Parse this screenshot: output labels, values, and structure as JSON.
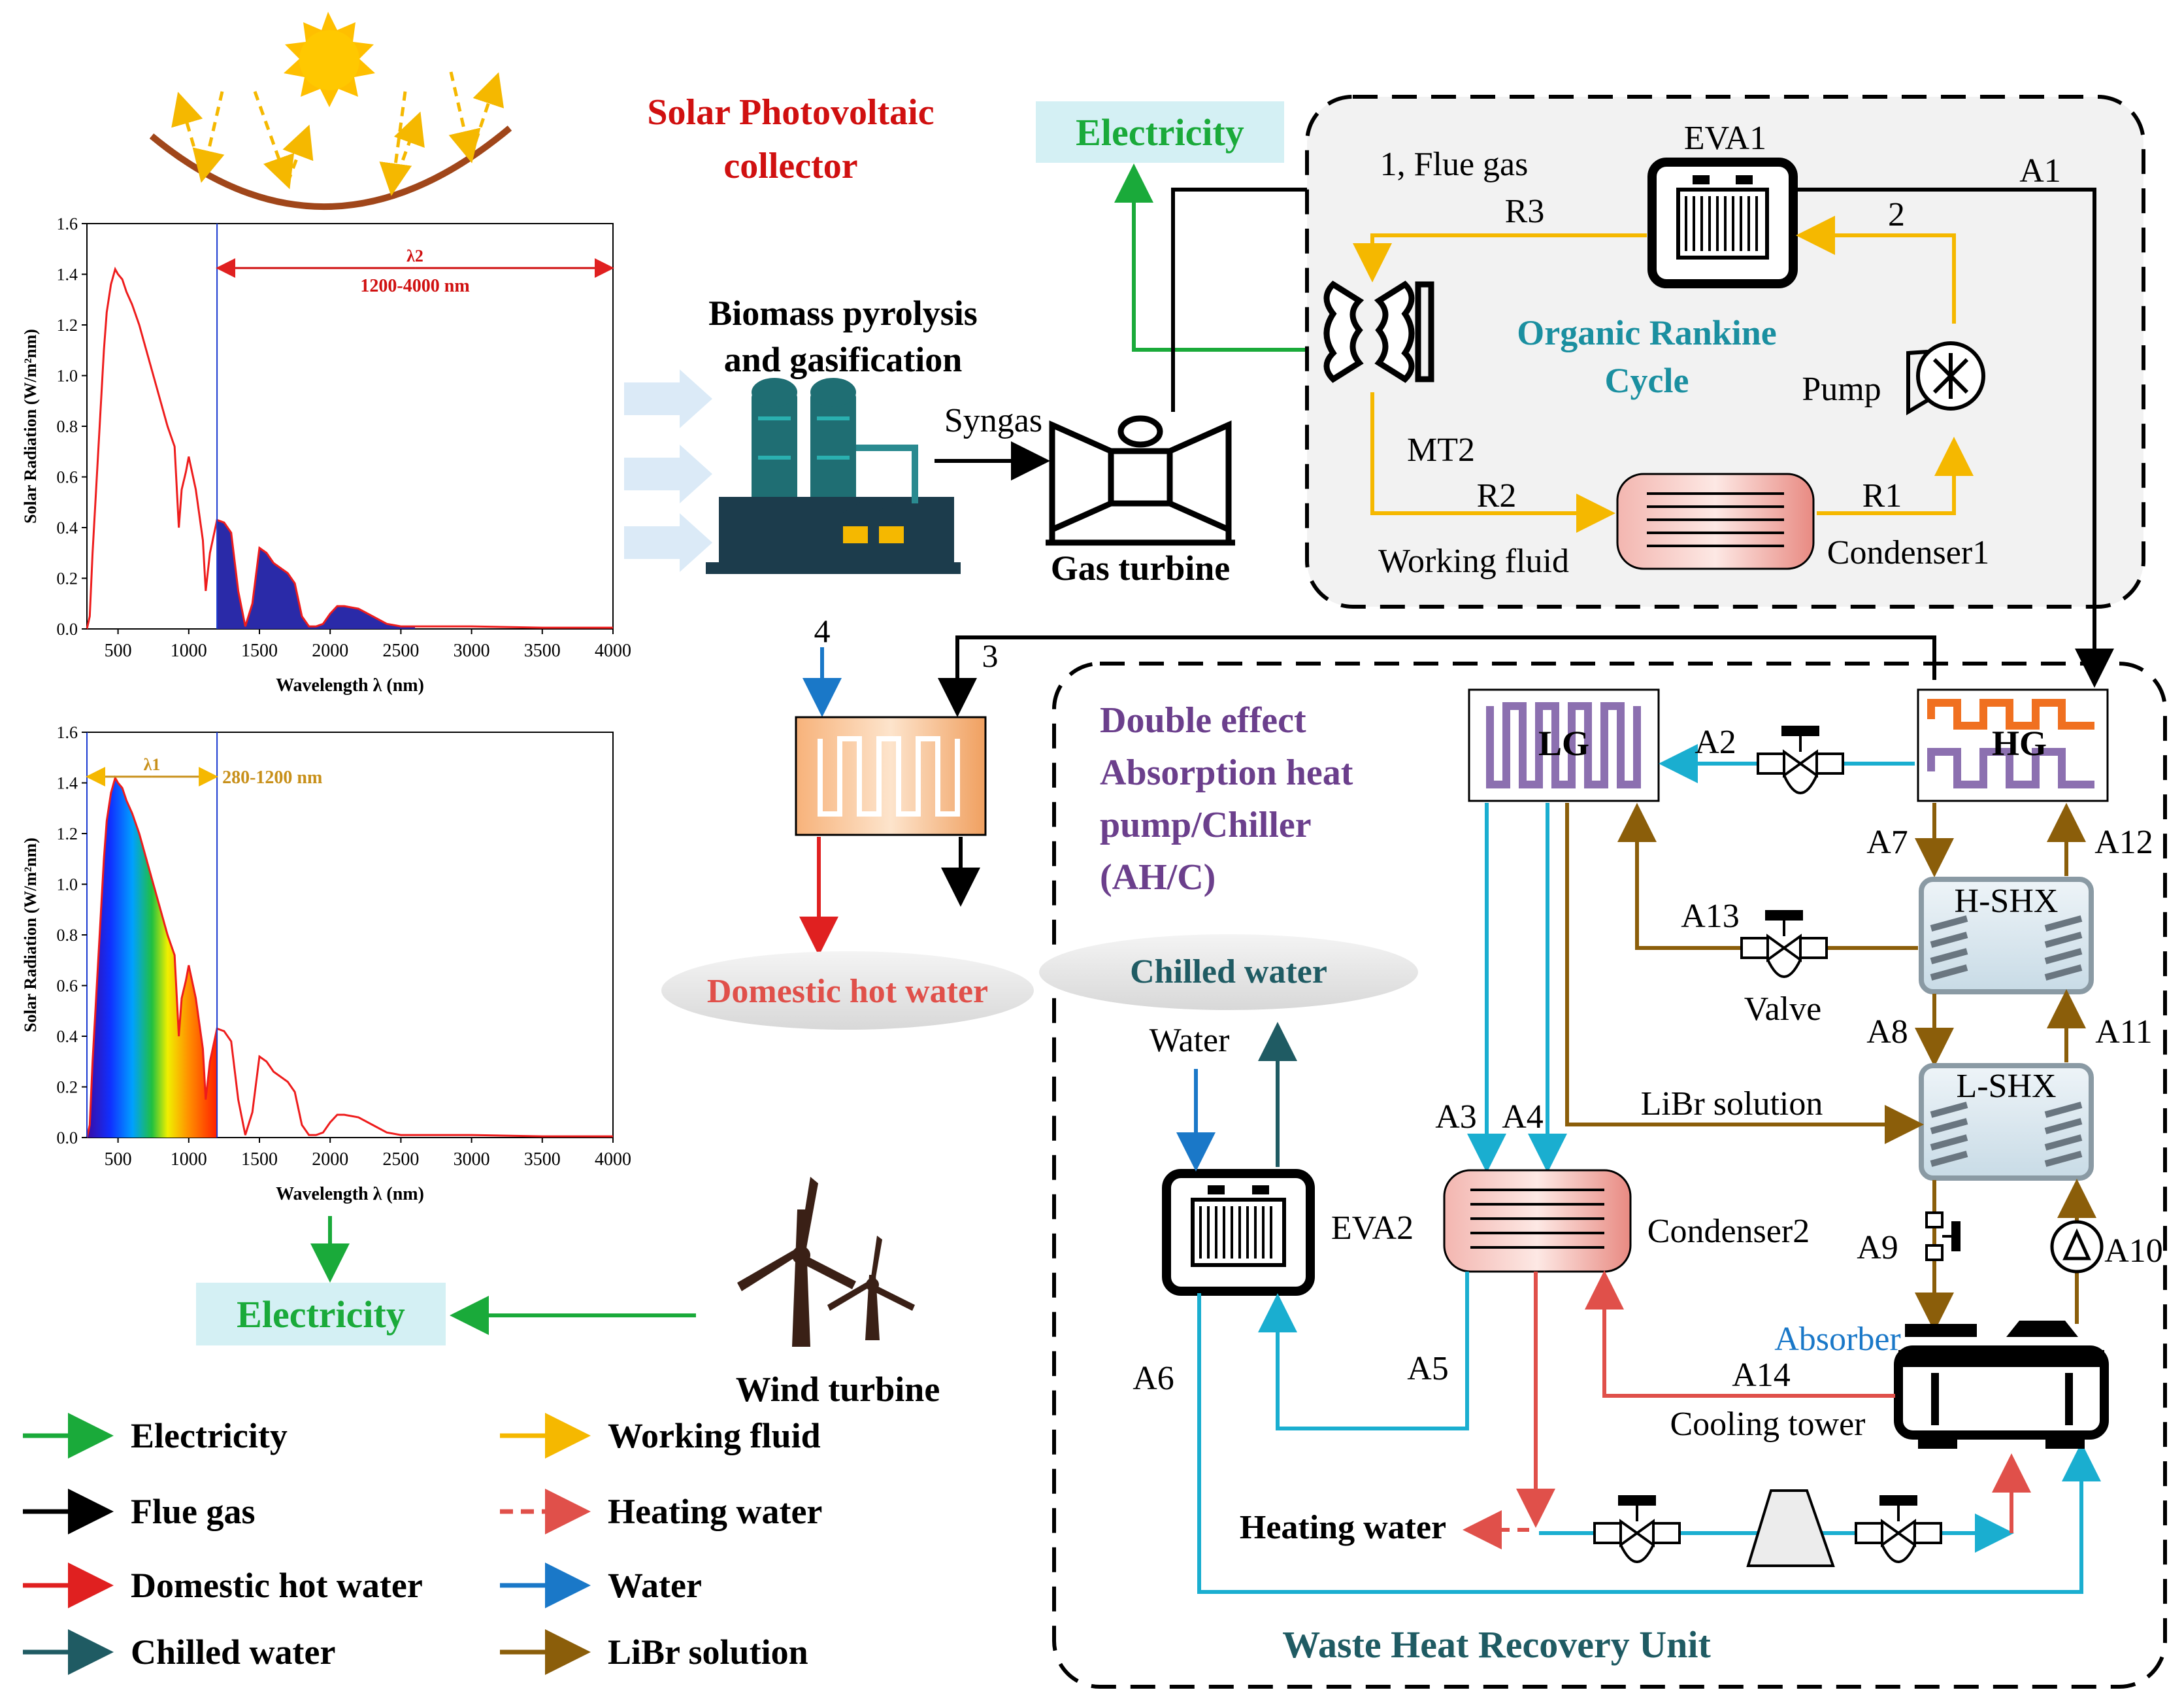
{
  "colors": {
    "electricity": "#1aaa3a",
    "flue_gas": "#000000",
    "domestic_hot_water": "#e02020",
    "chilled_water": "#1f5b63",
    "working_fluid": "#f5b800",
    "heating_water": "#e0504a",
    "water": "#1a78c8",
    "libr": "#8b5e0a",
    "cyan_line": "#1aaed0",
    "orc_label": "#1a8fa0",
    "absorption_label": "#6b3f8c",
    "solar_label": "#d01010",
    "electricity_box": "#d4f0f4",
    "section_box": "#f2f2f2"
  },
  "solar": {
    "title_line1": "Solar Photovoltaic",
    "title_line2": "collector"
  },
  "chart_data": [
    {
      "type": "area",
      "ylabel": "Solar Radiation (W/m²nm)",
      "xlabel": "Wavelength λ (nm)",
      "xlim": [
        280,
        4000
      ],
      "ylim": [
        0,
        1.6
      ],
      "xticks": [
        "500",
        "1000",
        "1500",
        "2000",
        "2500",
        "3000",
        "3500",
        "4000"
      ],
      "yticks": [
        "0.0",
        "0.2",
        "0.4",
        "0.6",
        "0.8",
        "1.0",
        "1.2",
        "1.4",
        "1.6"
      ],
      "band_label": "λ2",
      "band_range": "1200-4000 nm",
      "band": [
        1200,
        4000
      ],
      "fill": "blue",
      "series": [
        {
          "x": [
            280,
            300,
            320,
            350,
            380,
            400,
            420,
            450,
            480,
            500,
            530,
            560,
            600,
            650,
            700,
            750,
            800,
            850,
            900,
            930,
            950,
            980,
            1000,
            1050,
            1100,
            1120,
            1150,
            1200,
            1250,
            1300,
            1350,
            1400,
            1450,
            1500,
            1550,
            1600,
            1650,
            1700,
            1750,
            1800,
            1850,
            1900,
            1950,
            2000,
            2050,
            2100,
            2200,
            2300,
            2400,
            2500,
            2600,
            3000,
            3500,
            4000
          ],
          "y": [
            0,
            0.05,
            0.3,
            0.6,
            0.9,
            1.1,
            1.25,
            1.36,
            1.42,
            1.4,
            1.38,
            1.33,
            1.28,
            1.2,
            1.1,
            1.0,
            0.9,
            0.8,
            0.72,
            0.4,
            0.55,
            0.62,
            0.68,
            0.55,
            0.35,
            0.15,
            0.3,
            0.43,
            0.42,
            0.38,
            0.15,
            0.01,
            0.1,
            0.32,
            0.3,
            0.26,
            0.24,
            0.22,
            0.18,
            0.05,
            0.01,
            0.01,
            0.02,
            0.06,
            0.09,
            0.09,
            0.08,
            0.05,
            0.02,
            0.01,
            0.01,
            0.01,
            0.005,
            0.005
          ]
        }
      ]
    },
    {
      "type": "area",
      "ylabel": "Solar Radiation (W/m²nm)",
      "xlabel": "Wavelength λ (nm)",
      "xlim": [
        280,
        4000
      ],
      "ylim": [
        0,
        1.6
      ],
      "xticks": [
        "500",
        "1000",
        "1500",
        "2000",
        "2500",
        "3000",
        "3500",
        "4000"
      ],
      "yticks": [
        "0.0",
        "0.2",
        "0.4",
        "0.6",
        "0.8",
        "1.0",
        "1.2",
        "1.4",
        "1.6"
      ],
      "band_label": "λ1",
      "band_range": "280-1200 nm",
      "band": [
        280,
        1200
      ],
      "fill": "spectrum",
      "series": [
        {
          "x": [
            280,
            300,
            320,
            350,
            380,
            400,
            420,
            450,
            480,
            500,
            530,
            560,
            600,
            650,
            700,
            750,
            800,
            850,
            900,
            930,
            950,
            980,
            1000,
            1050,
            1100,
            1120,
            1150,
            1200,
            1250,
            1300,
            1350,
            1400,
            1450,
            1500,
            1550,
            1600,
            1650,
            1700,
            1750,
            1800,
            1850,
            1900,
            1950,
            2000,
            2050,
            2100,
            2200,
            2300,
            2400,
            2500,
            2600,
            3000,
            3500,
            4000
          ],
          "y": [
            0,
            0.05,
            0.3,
            0.6,
            0.9,
            1.1,
            1.25,
            1.36,
            1.42,
            1.4,
            1.38,
            1.33,
            1.28,
            1.2,
            1.1,
            1.0,
            0.9,
            0.8,
            0.72,
            0.4,
            0.55,
            0.62,
            0.68,
            0.55,
            0.35,
            0.15,
            0.3,
            0.43,
            0.42,
            0.38,
            0.15,
            0.01,
            0.1,
            0.32,
            0.3,
            0.26,
            0.24,
            0.22,
            0.18,
            0.05,
            0.01,
            0.01,
            0.02,
            0.06,
            0.09,
            0.09,
            0.08,
            0.05,
            0.02,
            0.01,
            0.01,
            0.01,
            0.005,
            0.005
          ]
        }
      ]
    }
  ],
  "labels": {
    "electricity_top": "Electricity",
    "electricity_left": "Electricity",
    "biomass_line1": "Biomass pyrolysis",
    "biomass_line2": "and gasification",
    "syngas": "Syngas",
    "gas_turbine": "Gas turbine",
    "wind_turbine": "Wind turbine",
    "domestic_hot_water": "Domestic hot water",
    "chilled_water": "Chilled water",
    "water": "Water",
    "flue_gas_1": "1, Flue gas",
    "eva1": "EVA1",
    "a1": "A1",
    "r3": "R3",
    "n2": "2",
    "orc_line1": "Organic Rankine",
    "orc_line2": "Cycle",
    "pump": "Pump",
    "mt2": "MT2",
    "r2": "R2",
    "r1": "R1",
    "working_fluid": "Working fluid",
    "condenser1": "Condenser1",
    "n4": "4",
    "n3": "3",
    "ah_line1": "Double effect",
    "ah_line2": "Absorption heat",
    "ah_line3": "pump/Chiller",
    "ah_line4": "(AH/C)",
    "lg": "LG",
    "hg": "HG",
    "a2": "A2",
    "a7": "A7",
    "a12": "A12",
    "h_shx": "H-SHX",
    "a13": "A13",
    "valve": "Valve",
    "a8": "A8",
    "a11": "A11",
    "l_shx": "L-SHX",
    "libr_solution": "LiBr solution",
    "a3": "A3",
    "a4": "A4",
    "eva2": "EVA2",
    "condenser2": "Condenser2",
    "a9": "A9",
    "a10": "A10",
    "absorber": "Absorber",
    "a6": "A6",
    "a5": "A5",
    "a14": "A14",
    "cooling_tower": "Cooling tower",
    "heating_water": "Heating water",
    "whru": "Waste Heat Recovery Unit"
  },
  "legend": [
    {
      "label": "Electricity",
      "color": "#1aaa3a",
      "dashed": false
    },
    {
      "label": "Flue gas",
      "color": "#000000",
      "dashed": false
    },
    {
      "label": "Domestic hot water",
      "color": "#e02020",
      "dashed": false
    },
    {
      "label": "Chilled water",
      "color": "#1f5b63",
      "dashed": false
    },
    {
      "label": "Working fluid",
      "color": "#f5b800",
      "dashed": false
    },
    {
      "label": "Heating water",
      "color": "#e0504a",
      "dashed": true
    },
    {
      "label": "Water",
      "color": "#1a78c8",
      "dashed": false
    },
    {
      "label": "LiBr solution",
      "color": "#8b5e0a",
      "dashed": false
    }
  ]
}
